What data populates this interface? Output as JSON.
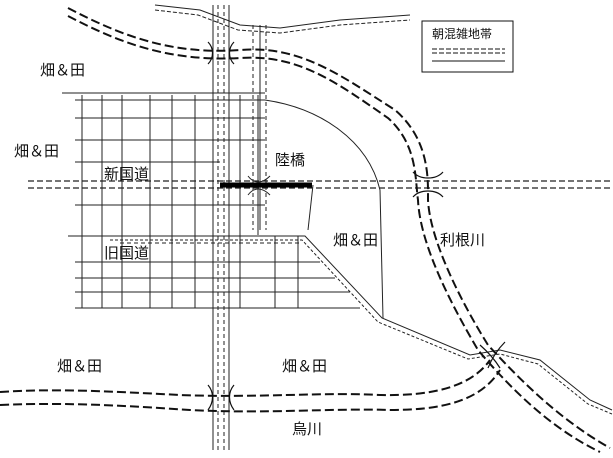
{
  "labels": {
    "field_1": "畑＆田",
    "field_2": "畑＆田",
    "field_3": "畑＆田",
    "field_4": "畑＆田",
    "field_5": "畑＆田",
    "new_road": "新国道",
    "old_road": "旧国道",
    "overpass": "陸橋",
    "tone_river": "利根川",
    "karasu_river": "烏川"
  },
  "legend": {
    "title": "朝混雑地帯"
  },
  "colors": {
    "ink": "#111111",
    "congestion_band": "#000000",
    "background": "#ffffff"
  }
}
